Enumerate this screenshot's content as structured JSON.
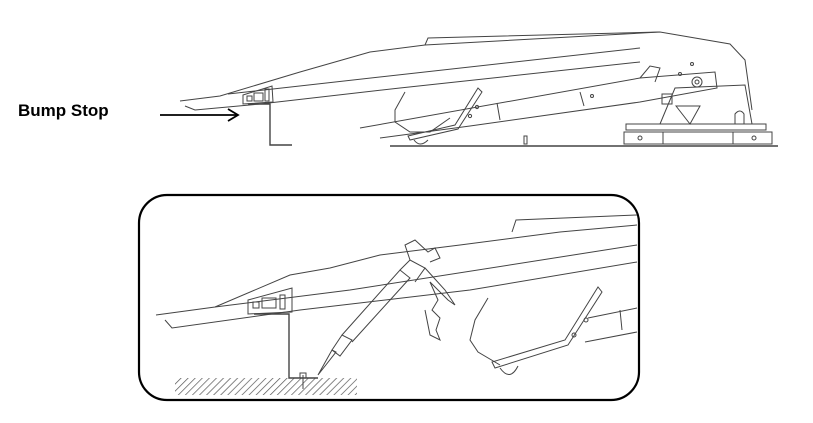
{
  "figure": {
    "callout_label": "Bump Stop",
    "top_view": "Side view of roof-mounted unit showing bump stop bracket under front lip",
    "detail_view": "Inset detail showing caulking gun sealing bump stop fastener to roof surface",
    "colors": {
      "line": "#444444",
      "frame": "#000000",
      "hatch": "#555555",
      "background": "#ffffff"
    }
  }
}
